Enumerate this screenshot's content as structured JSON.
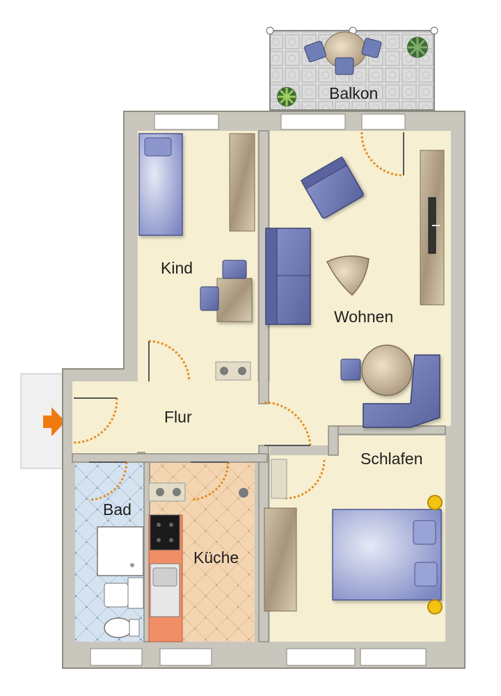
{
  "rooms": {
    "balkon": "Balkon",
    "kind": "Kind",
    "wohnen": "Wohnen",
    "flur": "Flur",
    "schlafen": "Schlafen",
    "bad": "Bad",
    "kueche": "Küche"
  },
  "colors": {
    "wall": "#c9c6bd",
    "wall_edge": "#8f8b80",
    "floor_living": "#f6efd2",
    "floor_bath": "#cfe0ee",
    "floor_kitchen": "#f3d3b0",
    "floor_balcony": "#d8d8d8",
    "door_swing": "#e58a1c",
    "furniture_blue": "#6b76b3",
    "furniture_wood": "#a8957a",
    "entrance_arrow": "#f07a10"
  },
  "icons": [
    "entrance-arrow-icon",
    "bed-icon",
    "sofa-icon",
    "armchair-icon",
    "table-icon",
    "chair-icon",
    "stove-icon",
    "sink-icon",
    "toilet-icon",
    "shower-icon",
    "wardrobe-icon",
    "plant-icon",
    "lamp-icon",
    "tv-icon"
  ]
}
